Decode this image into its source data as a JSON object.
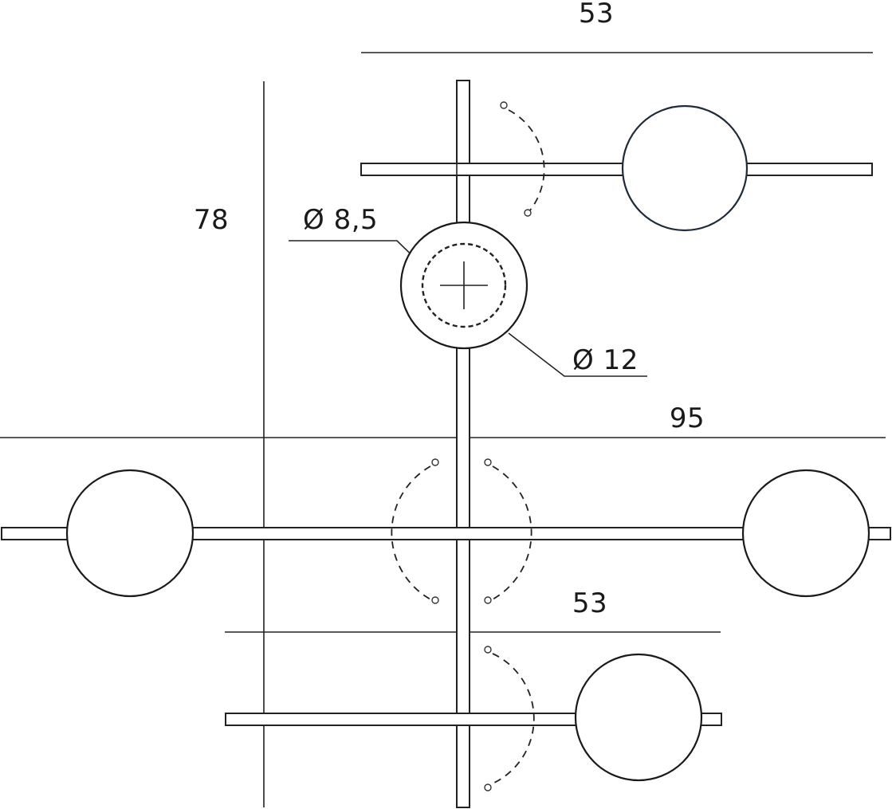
{
  "dimensions": {
    "top_width": "53",
    "height": "78",
    "inner_diameter": "Ø 8,5",
    "outer_diameter": "Ø 12",
    "middle_width": "95",
    "bottom_width": "53"
  }
}
